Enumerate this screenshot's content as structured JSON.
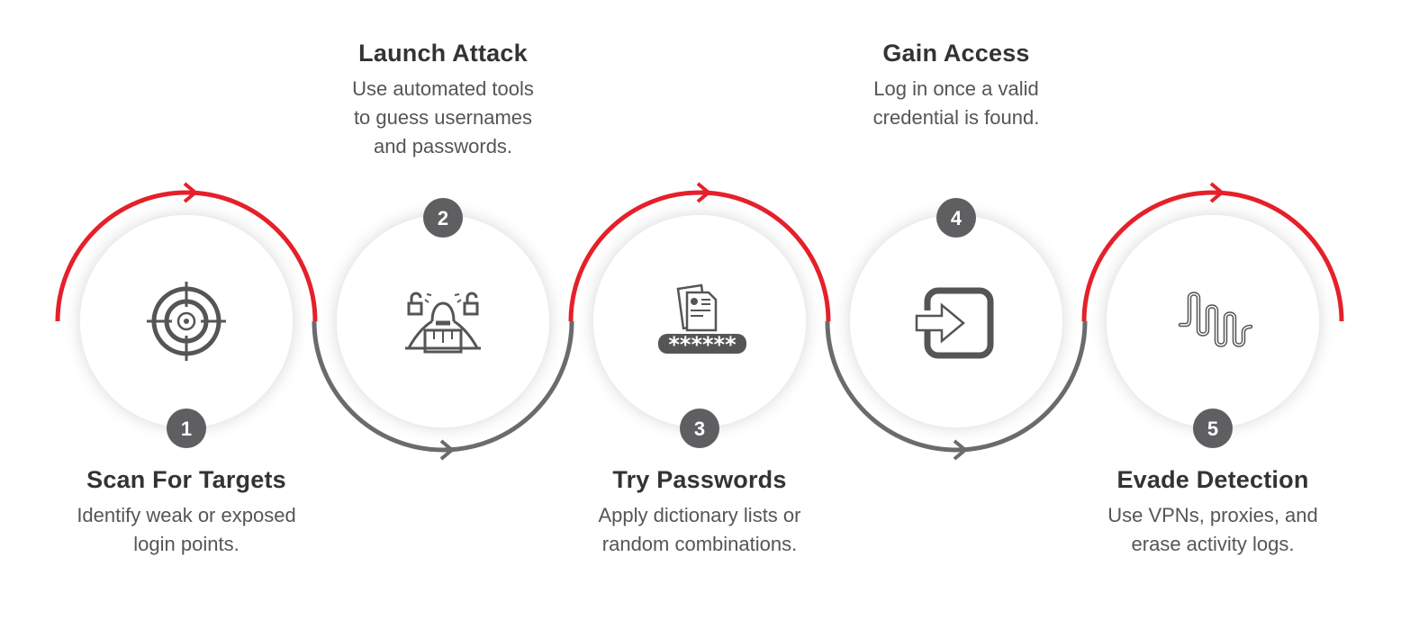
{
  "colors": {
    "accent": "#e5202a",
    "connector": "#6b6b6e",
    "badge": "#5f5f61",
    "icon": "#555555"
  },
  "steps": [
    {
      "number": "1",
      "title": "Scan For Targets",
      "desc": [
        "Identify weak or exposed",
        "login points."
      ],
      "icon": "target-icon"
    },
    {
      "number": "2",
      "title": "Launch Attack",
      "desc": [
        "Use automated tools",
        "to guess usernames",
        "and passwords."
      ],
      "icon": "hacker-icon"
    },
    {
      "number": "3",
      "title": "Try Passwords",
      "desc": [
        "Apply dictionary lists or",
        "random combinations."
      ],
      "icon": "password-documents-icon"
    },
    {
      "number": "4",
      "title": "Gain Access",
      "desc": [
        "Log in once a valid",
        "credential is found."
      ],
      "icon": "login-icon"
    },
    {
      "number": "5",
      "title": "Evade Detection",
      "desc": [
        "Use VPNs, proxies, and",
        "erase activity logs."
      ],
      "icon": "zigzag-path-icon"
    }
  ]
}
